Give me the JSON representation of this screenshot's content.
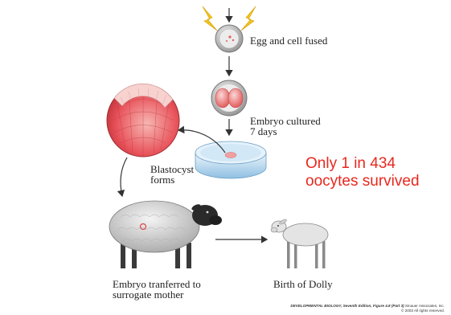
{
  "labels": {
    "egg_fused": "Egg and cell fused",
    "embryo_cultured_1": "Embryo cultured",
    "embryo_cultured_2": "7 days",
    "blastocyst_1": "Blastocyst",
    "blastocyst_2": "forms",
    "transfer_1": "Embryo tranferred to",
    "transfer_2": "surrogate mother",
    "birth": "Birth of Dolly"
  },
  "note": {
    "line1": "Only 1 in 434",
    "line2": "oocytes survived"
  },
  "credit": {
    "title": "DEVELOPMENTAL BIOLOGY, Seventh Edition, Figure 4.8 (Part 3)",
    "publisher": "Sinauer Associates, Inc.",
    "rights": "© 2003 All rights reserved."
  },
  "colors": {
    "note": "#e8281e",
    "embryo": "#e86a6a",
    "blastocyst": "#e8525a",
    "lightning": "#f5c518",
    "dish": "#a9cde8",
    "sheep_head": "#2a2a2a"
  }
}
